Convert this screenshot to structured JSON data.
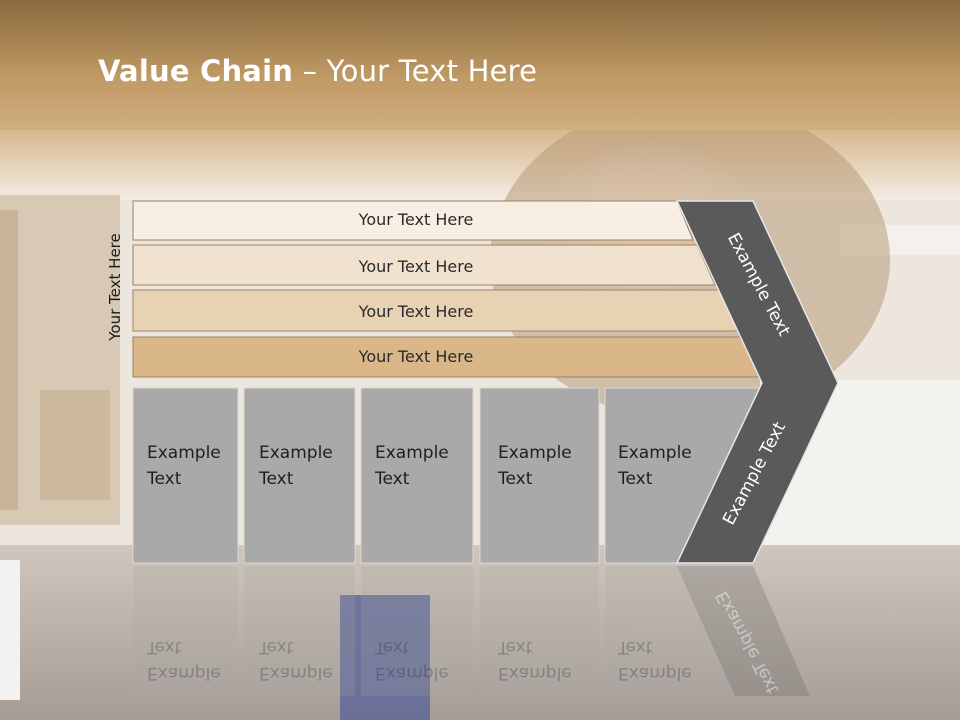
{
  "title": {
    "bold": "Value Chain",
    "rest": " – Your Text Here"
  },
  "side_label": "Your Text Here",
  "bars": [
    {
      "label": "Your Text Here",
      "color": "#f7efe4"
    },
    {
      "label": "Your Text Here",
      "color": "#f0e2cf"
    },
    {
      "label": "Your Text Here",
      "color": "#e8d2b4"
    },
    {
      "label": "Your Text Here",
      "color": "#d9b789"
    }
  ],
  "boxes": [
    {
      "line1": "Example",
      "line2": "Text"
    },
    {
      "line1": "Example",
      "line2": "Text"
    },
    {
      "line1": "Example",
      "line2": "Text"
    },
    {
      "line1": "Example",
      "line2": "Text"
    },
    {
      "line1": "Example",
      "line2": "Text"
    }
  ],
  "chevron_top": "Example Text",
  "chevron_bottom": "Example Text",
  "colors": {
    "header_band": "#b88f5a",
    "box_fill": "#a9a9a9",
    "chevron_fill": "#5a5a5a"
  }
}
